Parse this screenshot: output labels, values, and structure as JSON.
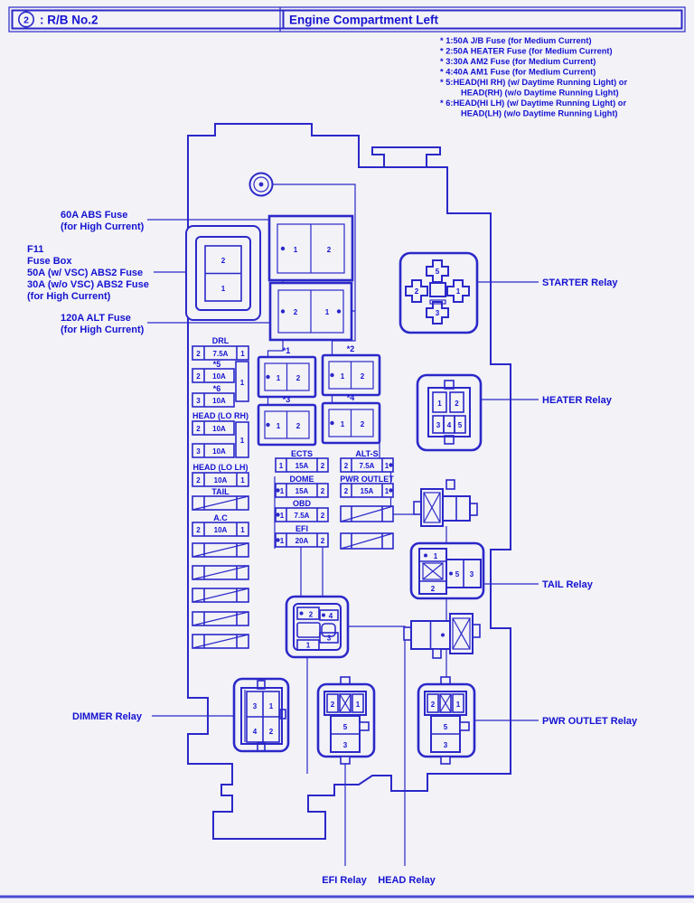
{
  "header": {
    "badge_number": "2",
    "left_title": ": R/B No.2",
    "right_title": "Engine Compartment Left"
  },
  "notes": [
    "* 1:50A J/B Fuse (for Medium Current)",
    "* 2:50A HEATER Fuse (for Medium Current)",
    "* 3:30A AM2 Fuse (for Medium Current)",
    "* 4:40A AM1 Fuse (for Medium Current)",
    "* 5:HEAD(HI RH) (w/ Daytime Running Light) or",
    "HEAD(RH) (w/o Daytime Running Light)",
    "* 6:HEAD(HI LH) (w/ Daytime Running Light) or",
    "HEAD(LH) (w/o Daytime Running Light)"
  ],
  "callouts": {
    "abs_fuse": [
      "60A ABS Fuse",
      "(for High Current)"
    ],
    "f11": [
      "F11",
      "Fuse Box",
      "50A (w/ VSC) ABS2 Fuse",
      "30A (w/o VSC) ABS2 Fuse",
      "(for High Current)"
    ],
    "alt_fuse": [
      "120A ALT Fuse",
      "(for High Current)"
    ],
    "starter": "STARTER Relay",
    "heater": "HEATER Relay",
    "tail": "TAIL Relay",
    "pwr_outlet": "PWR OUTLET Relay",
    "dimmer": "DIMMER Relay",
    "efi": "EFI Relay",
    "head": "HEAD Relay"
  },
  "f11_connector": {
    "pins": [
      "2",
      "1"
    ]
  },
  "main_fuses": {
    "abs": {
      "pins": [
        "1",
        "2"
      ]
    },
    "alt": {
      "pins": [
        "2",
        "1"
      ]
    }
  },
  "connectors": {
    "star1": {
      "label": "*1",
      "pins": [
        "1",
        "2"
      ]
    },
    "star2": {
      "label": "*2",
      "pins": [
        "1",
        "2"
      ]
    },
    "star3": {
      "label": "*3",
      "pins": [
        "1",
        "2"
      ]
    },
    "star4": {
      "label": "*4",
      "pins": [
        "1",
        "2"
      ]
    }
  },
  "fuse_column_left": {
    "drl": {
      "label": "DRL",
      "cells": [
        "2",
        "7.5A",
        "1"
      ]
    },
    "star5": {
      "label": "*5",
      "cells": [
        "2",
        "10A"
      ]
    },
    "star6": {
      "label": "*6",
      "cells": [
        "3",
        "10A"
      ]
    },
    "shared_pin": "1",
    "head_lo_rh": {
      "label": "HEAD (LO RH)",
      "row1": [
        "2",
        "10A"
      ],
      "row2": [
        "3",
        "10A"
      ],
      "shared_pin": "1"
    },
    "head_lo_lh": {
      "label": "HEAD (LO LH)",
      "cells": [
        "2",
        "10A",
        "1"
      ]
    },
    "tail": {
      "label": "TAIL"
    },
    "ac": {
      "label": "A.C",
      "cells": [
        "2",
        "10A",
        "1"
      ]
    }
  },
  "fuse_rows_mid": [
    {
      "label": "ECTS",
      "cells": [
        "1",
        "15A",
        "2"
      ]
    },
    {
      "label": "DOME",
      "cells": [
        "1",
        "15A",
        "2"
      ]
    },
    {
      "label": "OBD",
      "cells": [
        "1",
        "7.5A",
        "2"
      ]
    },
    {
      "label": "EFI",
      "cells": [
        "1",
        "20A",
        "2"
      ]
    }
  ],
  "fuse_rows_right": [
    {
      "label": "ALT-S",
      "cells": [
        "2",
        "7.5A",
        "1"
      ]
    },
    {
      "label": "PWR OUTLET",
      "cells": [
        "2",
        "15A",
        "1"
      ]
    }
  ],
  "relay_pins": {
    "starter": [
      "5",
      "2",
      "1",
      "3"
    ],
    "heater": [
      "1",
      "2",
      "3",
      "4",
      "5"
    ],
    "tail": [
      "1",
      "2",
      "5",
      "3"
    ],
    "head_socket": [
      "2",
      "4",
      "1",
      "3"
    ],
    "dimmer": [
      "3",
      "1",
      "4",
      "2"
    ],
    "efi": [
      "2",
      "1",
      "5",
      "3"
    ],
    "pwr_outlet": [
      "2",
      "1",
      "5",
      "3"
    ]
  },
  "colors": {
    "line": "#2b28c9",
    "text": "#1512d1",
    "background": "#f2f2f7"
  }
}
